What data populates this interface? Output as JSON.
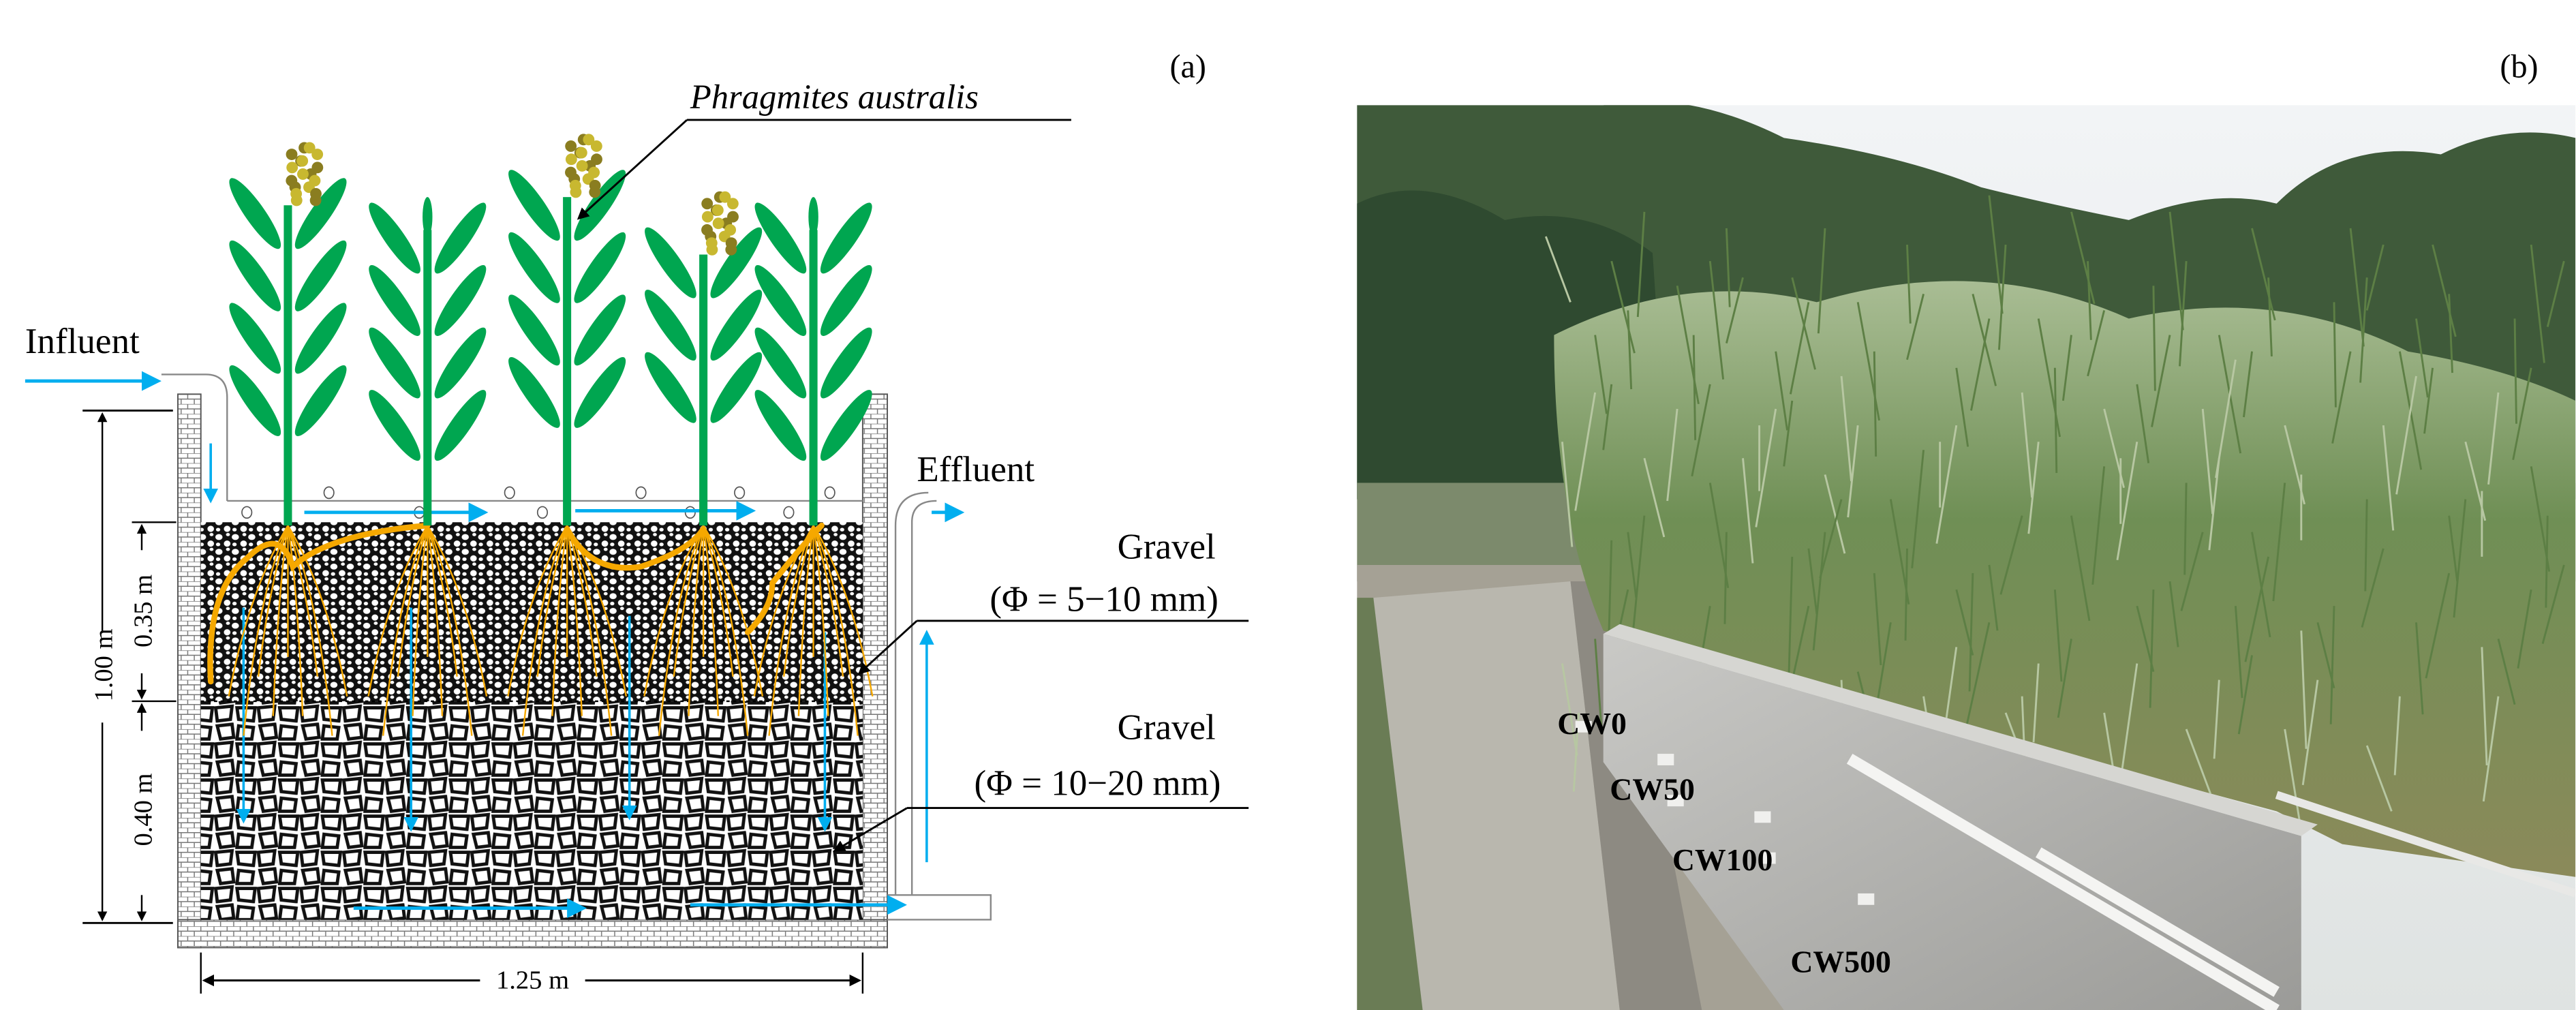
{
  "panel_a": {
    "label": "(a)",
    "species_label": "Phragmites australis",
    "influent_label": "Influent",
    "effluent_label": "Effluent",
    "upper_layer": {
      "name": "Gravel",
      "size": "(Φ = 5−10 mm)"
    },
    "lower_layer": {
      "name": "Gravel",
      "size": "(Φ = 10−20 mm)"
    },
    "dim_total_depth": "1.00 m",
    "dim_upper_depth": "0.35 m",
    "dim_lower_depth": "0.40 m",
    "dim_width": "1.25 m"
  },
  "panel_b": {
    "label": "(b)",
    "sampling_points": [
      "CW0",
      "CW50",
      "CW100",
      "CW500"
    ]
  },
  "colors": {
    "flow_arrow": "#00aeef",
    "plant": "#00a650",
    "root": "#f5a800",
    "plume": "#c8b830"
  }
}
